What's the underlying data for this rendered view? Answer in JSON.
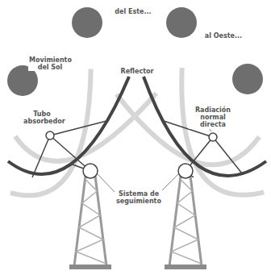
{
  "diagram": {
    "labels": [
      "Movimiento del Sol",
      "del Este...",
      "al Oeste...",
      "Reflector",
      "Tubo absorbedor",
      "Radiación normal directa",
      "Sistema de seguimiento"
    ]
  }
}
